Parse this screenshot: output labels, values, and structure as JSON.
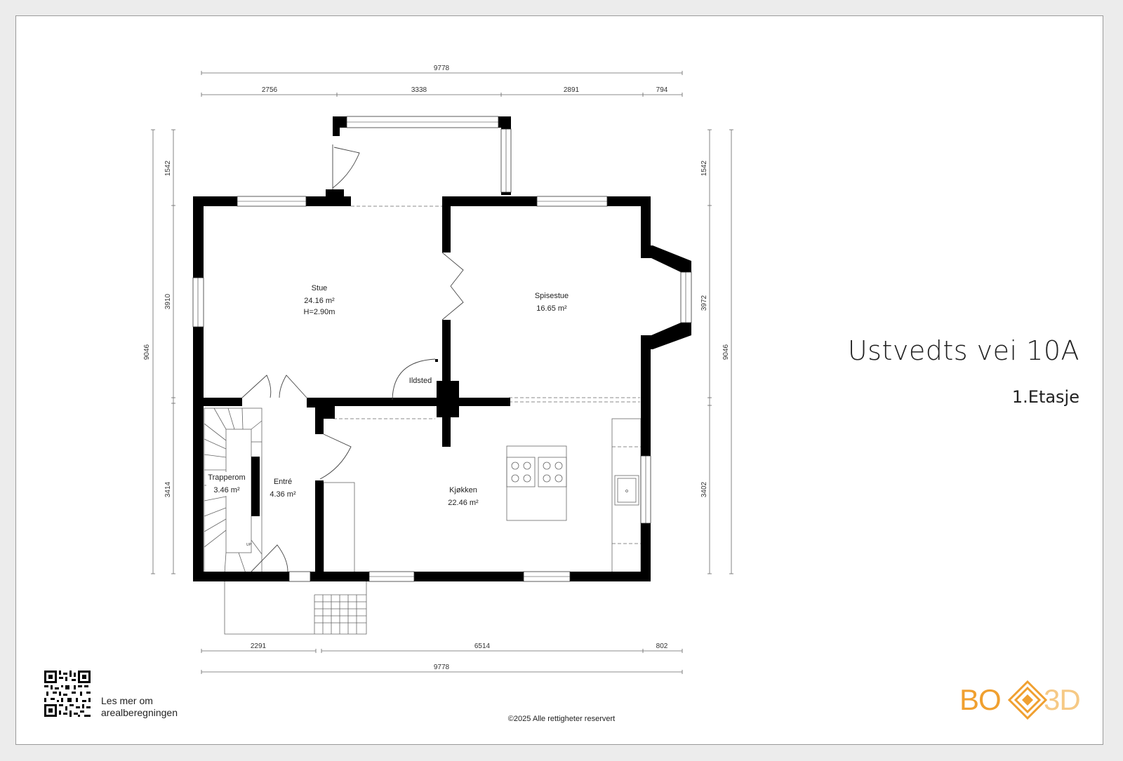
{
  "title": {
    "address": "Ustvedts vei 10A",
    "floor": "1.Etasje"
  },
  "dimensions": {
    "top_total": "9778",
    "top_segments": [
      "2756",
      "3338",
      "2891",
      "794"
    ],
    "bottom_segments": [
      "2291",
      "6514",
      "802"
    ],
    "bottom_total": "9778",
    "left_total": "9046",
    "left_segments": [
      "1542",
      "3910",
      "3414"
    ],
    "right_total": "9046",
    "right_segments": [
      "1542",
      "3972",
      "3402"
    ]
  },
  "rooms": {
    "stue": {
      "name": "Stue",
      "area": "24.16 m²",
      "height": "H=2.90m"
    },
    "spisestue": {
      "name": "Spisestue",
      "area": "16.65 m²"
    },
    "kjokken": {
      "name": "Kjøkken",
      "area": "22.46 m²"
    },
    "trapperom": {
      "name": "Trapperom",
      "area": "3.46 m²"
    },
    "entre": {
      "name": "Entré",
      "area": "4.36 m²"
    },
    "ildsted": {
      "name": "Ildsted"
    }
  },
  "stair_label": "UP",
  "qr": {
    "line1": "Les mer om",
    "line2": "arealberegningen"
  },
  "copyright": "©2025 Alle rettigheter reservert",
  "logo": {
    "left": "BO",
    "right": "3D",
    "color": "#F0A030"
  },
  "colors": {
    "wall": "#000000",
    "line": "#555555",
    "logo_orange": "#F0A030"
  }
}
